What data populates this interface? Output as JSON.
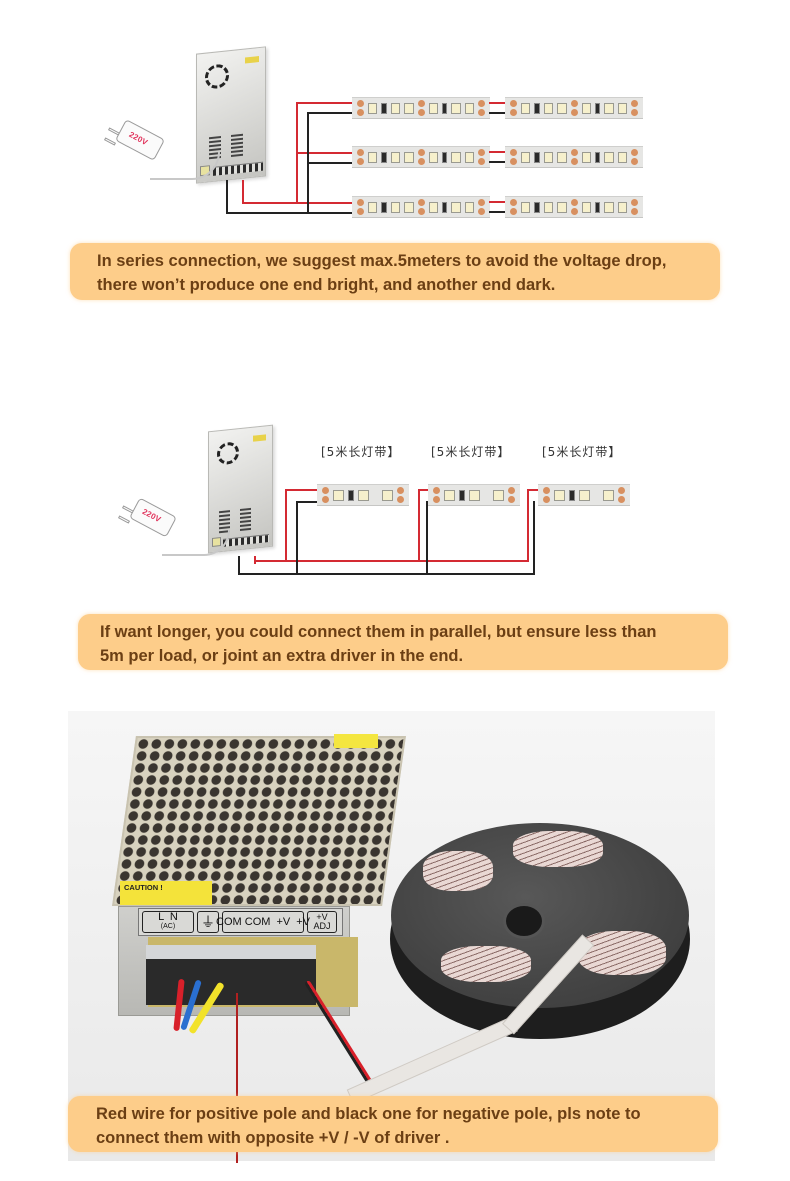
{
  "diagram_series": {
    "psu": {
      "plug_label": "220V"
    },
    "strip_rows": 3,
    "strips_per_row": 2,
    "wire_colors": {
      "positive": "#d42a33",
      "negative": "#222222"
    },
    "callout": {
      "line1": "In series connection, we suggest max.5meters to avoid the voltage drop,",
      "line2": "there won’t produce one end bright, and another end dark."
    }
  },
  "diagram_parallel": {
    "psu": {
      "plug_label": "220V"
    },
    "strip_labels": [
      "[5米长灯带】",
      "[5米长灯带】",
      "[5米长灯带】"
    ],
    "callout": {
      "line1": "If want longer, you could connect them in parallel, but ensure less than",
      "line2": "5m per load, or joint an extra driver in the end."
    }
  },
  "photo": {
    "caution_label": "CAUTION !",
    "terminal_labels": {
      "ac": "L  N",
      "ac_sub": "(AC)",
      "ground": "⏚",
      "com": "COM COM",
      "v1": "+V",
      "v2": "+V",
      "adj_top": "+V",
      "adj_bottom": "ADJ"
    },
    "callout": {
      "line1": "Red wire for positive pole and black one for negative pole, pls note to",
      "line2": "connect them with opposite +V / -V of driver ."
    }
  },
  "colors": {
    "callout_bg": "#fdcd8a",
    "callout_text": "#6b3f14",
    "led_pad": "#d89060"
  }
}
